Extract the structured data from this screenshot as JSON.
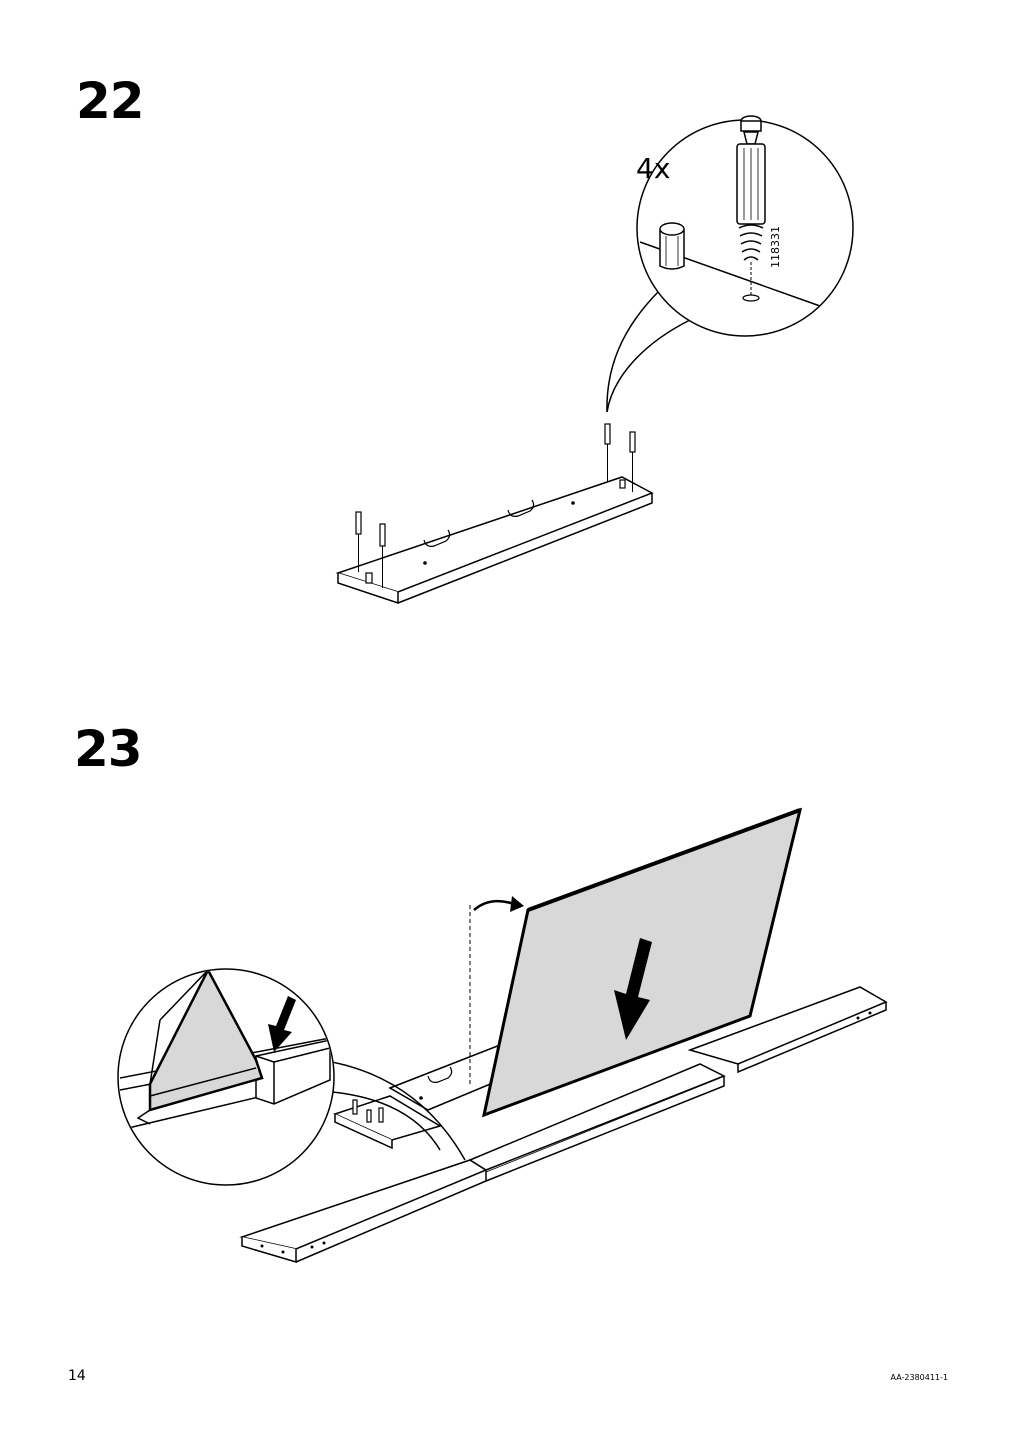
{
  "page": {
    "page_number": "14",
    "document_id": "AA-2380411-1"
  },
  "steps": [
    {
      "number": "22",
      "callout": {
        "quantity": "4x",
        "part_number": "118331"
      },
      "arrows": []
    },
    {
      "number": "23",
      "arrows": [
        "curved-rotate-arrow",
        "down-arrow",
        "detail-down-arrow"
      ]
    }
  ]
}
